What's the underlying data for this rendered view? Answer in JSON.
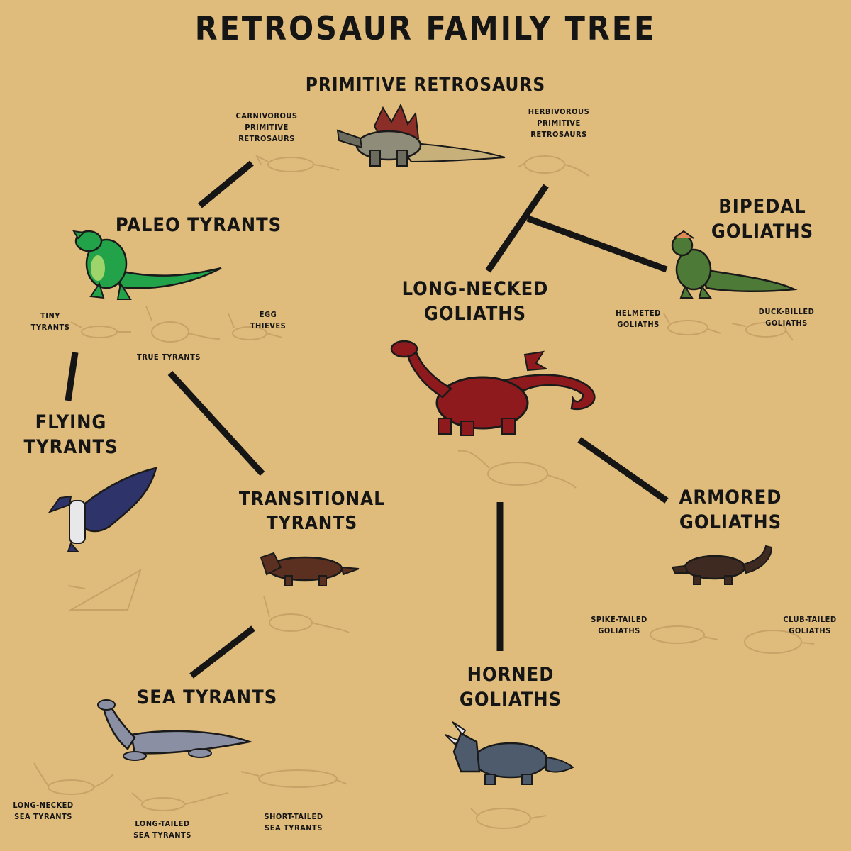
{
  "title": "RETROSAUR FAMILY TREE",
  "colors": {
    "background": "#e0bc7c",
    "line": "#151515",
    "sketch": "#c9a268",
    "primitive": "#6b6b5e",
    "paleo": "#22a34a",
    "flying": "#2e3369",
    "transitional": "#5c3020",
    "sea": "#8a8fa3",
    "long_necked": "#8e1a1e",
    "bipedal": "#4e7a38",
    "armored": "#3f2a22",
    "horned": "#4e5b6c"
  },
  "groups": {
    "primitive": {
      "label": "PRIMITIVE RETROSAURS",
      "sub": [
        "CARNIVOROUS\nPRIMITIVE\nRETROSAURS",
        "HERBIVOROUS\nPRIMITIVE\nRETROSAURS"
      ]
    },
    "paleo": {
      "label": "PALEO TYRANTS",
      "sub": [
        "TINY\nTYRANTS",
        "TRUE TYRANTS",
        "EGG\nTHIEVES"
      ]
    },
    "flying": {
      "label": "FLYING\nTYRANTS"
    },
    "transitional": {
      "label": "TRANSITIONAL\nTYRANTS"
    },
    "sea": {
      "label": "SEA TYRANTS",
      "sub": [
        "LONG-NECKED\nSEA TYRANTS",
        "LONG-TAILED\nSEA TYRANTS",
        "SHORT-TAILED\nSEA TYRANTS"
      ]
    },
    "long_necked": {
      "label": "LONG-NECKED\nGOLIATHS"
    },
    "bipedal": {
      "label": "BIPEDAL\nGOLIATHS",
      "sub": [
        "HELMETED\nGOLIATHS",
        "DUCK-BILLED\nGOLIATHS"
      ]
    },
    "armored": {
      "label": "ARMORED\nGOLIATHS",
      "sub": [
        "SPIKE-TAILED\nGOLIATHS",
        "CLUB-TAILED\nGOLIATHS"
      ]
    },
    "horned": {
      "label": "HORNED\nGOLIATHS"
    }
  }
}
